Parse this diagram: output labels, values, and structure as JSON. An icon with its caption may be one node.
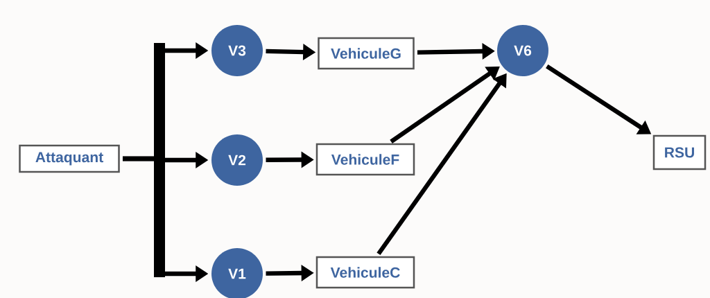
{
  "diagram": {
    "nodes": [
      {
        "text": [
          "Attaquant"
        ]
      },
      {
        "text": [
          "V3"
        ]
      },
      {
        "text": [
          "V2"
        ]
      },
      {
        "text": [
          "V1"
        ]
      },
      {
        "text": [
          "VehiculeG"
        ]
      },
      {
        "text": [
          "VehiculeF"
        ]
      },
      {
        "text": [
          "VehiculeC"
        ]
      },
      {
        "text": [
          "V6"
        ]
      },
      {
        "text": [
          "RSU"
        ]
      }
    ],
    "edges": [
      {
        "from": 0,
        "to": 1,
        "arrow": "to"
      },
      {
        "from": 0,
        "to": 2,
        "arrow": "to"
      },
      {
        "from": 0,
        "to": 3,
        "arrow": "to"
      },
      {
        "from": 1,
        "to": 4,
        "arrow": "to"
      },
      {
        "from": 2,
        "to": 5,
        "arrow": "to"
      },
      {
        "from": 3,
        "to": 6,
        "arrow": "to"
      },
      {
        "from": 4,
        "to": 7,
        "arrow": "to"
      },
      {
        "from": 5,
        "to": 7,
        "arrow": "to"
      },
      {
        "from": 6,
        "to": 7,
        "arrow": "to"
      },
      {
        "from": 7,
        "to": 8,
        "arrow": "to"
      }
    ]
  }
}
